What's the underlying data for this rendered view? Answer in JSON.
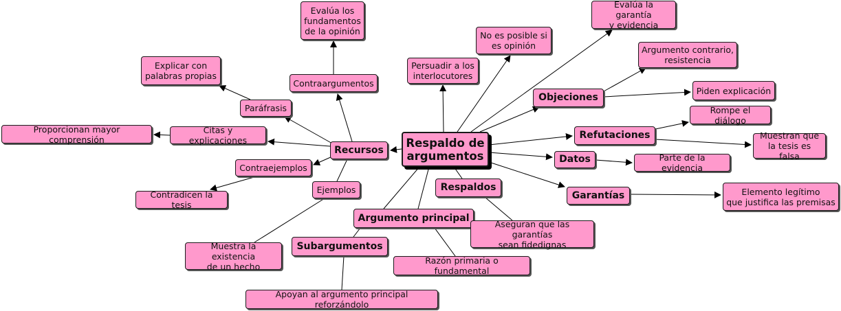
{
  "colors": {
    "node_fill": "#ff99cc",
    "line": "#000000"
  },
  "nodes": {
    "root": "Respaldo de\nargumentos",
    "recursos": "Recursos",
    "objeciones": "Objeciones",
    "refutaciones": "Refutaciones",
    "datos": "Datos",
    "garantias": "Garantías",
    "respaldos": "Respaldos",
    "argumento_principal": "Argumento principal",
    "subargumentos": "Subargumentos",
    "persuadir": "Persuadir a los\ninterlocutores",
    "no_es_posible": "No es posible si\nes opinión",
    "evalua_garantia": "Evalúa la garantía\ny evidencia",
    "contraargumentos": "Contraargumentos",
    "evalua_fundamentos": "Evalúa los\nfundamentos\nde la opinión",
    "parafrasis": "Paráfrasis",
    "explicar": "Explicar con\npalabras propias",
    "citas": "Citas y explicaciones",
    "proporcionan": "Proporcionan mayor comprensión",
    "contraejemplos": "Contraejemplos",
    "contradicen": "Contradicen la tesis",
    "ejemplos": "Ejemplos",
    "muestra_existencia": "Muestra la existencia\nde un hecho",
    "argumento_contrario": "Argumento contrario,\nresistencia",
    "piden_explicacion": "Piden explicación",
    "rompe_dialogo": "Rompe el diálogo",
    "muestran_tesis": "Muestran que\nla tesis es falsa",
    "parte_evidencia": "Parte de la evidencia",
    "elemento_legitimo": "Elemento legítimo\nque justifica las premisas",
    "aseguran": "Aseguran que las garantías\nsean fidedignas",
    "razon_primaria": "Razón primaria o fundamental",
    "apoyan": "Apoyan al argumento principal reforzándolo"
  }
}
